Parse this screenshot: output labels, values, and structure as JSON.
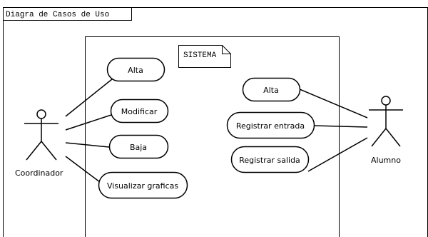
{
  "diagram": {
    "title": "Diagra de Casos de Uso",
    "system_label": "SISTEMA",
    "actors": {
      "coordinator": "Coordinador",
      "student": "Alumno"
    },
    "use_cases": {
      "alta_left": "Alta",
      "modificar": "Modificar",
      "baja": "Baja",
      "visualizar": "Visualizar graficas",
      "alta_right": "Alta",
      "registrar_entrada": "Registrar entrada",
      "registrar_salida": "Registrar salida"
    }
  }
}
